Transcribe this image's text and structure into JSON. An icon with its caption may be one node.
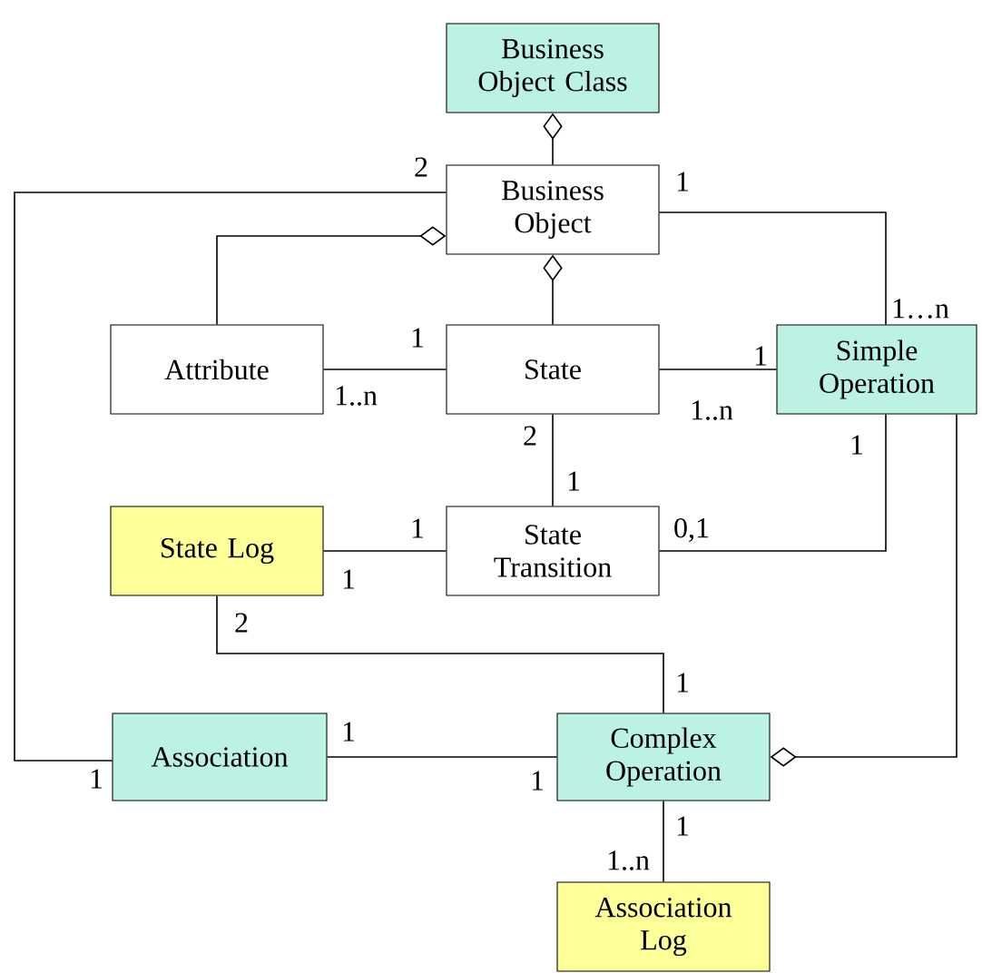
{
  "diagram": {
    "nodes": [
      {
        "text": [
          "Business Object Class"
        ]
      },
      {
        "text": [
          "Business Object"
        ]
      },
      {
        "text": [
          "Attribute"
        ]
      },
      {
        "text": [
          "State"
        ]
      },
      {
        "text": [
          "Simple Operation"
        ]
      },
      {
        "text": [
          "State Log"
        ]
      },
      {
        "text": [
          "State Transition"
        ]
      },
      {
        "text": [
          "Association"
        ]
      },
      {
        "text": [
          "Complex Operation"
        ]
      },
      {
        "text": [
          "Association Log"
        ]
      }
    ],
    "edges": [
      {
        "from": 1,
        "to": 0,
        "arrow": "other"
      },
      {
        "from": 2,
        "to": 1,
        "arrow": "other"
      },
      {
        "from": 3,
        "to": 1,
        "arrow": "other"
      },
      {
        "from": 1,
        "to": 7,
        "arrow": "none"
      },
      {
        "from": 1,
        "to": 4,
        "arrow": "none"
      },
      {
        "from": 2,
        "to": 3,
        "arrow": "none"
      },
      {
        "from": 3,
        "to": 4,
        "arrow": "none"
      },
      {
        "from": 3,
        "to": 6,
        "arrow": "none"
      },
      {
        "from": 5,
        "to": 6,
        "arrow": "none"
      },
      {
        "from": 6,
        "to": 4,
        "arrow": "none"
      },
      {
        "from": 5,
        "to": 8,
        "arrow": "none"
      },
      {
        "from": 7,
        "to": 8,
        "arrow": "none"
      },
      {
        "from": 4,
        "to": 8,
        "arrow": "other"
      },
      {
        "from": 8,
        "to": 9,
        "arrow": "none"
      }
    ],
    "labels": [
      "2",
      "1",
      "1…n",
      "1",
      "1",
      "1..n",
      "1..n",
      "2",
      "1",
      "1",
      "1",
      "0,1",
      "1",
      "2",
      "1",
      "1",
      "1",
      "1",
      "1",
      "1..n"
    ]
  }
}
